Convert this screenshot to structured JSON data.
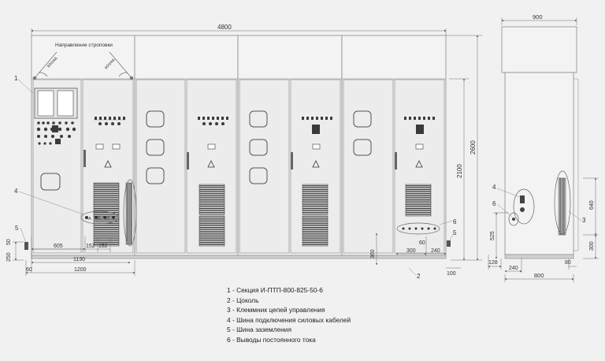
{
  "front": {
    "total_width": "4800",
    "label_lifting": "Направление строповки",
    "label_angle": "60град.",
    "height_2100": "2100",
    "height_2600": "2600",
    "dims": {
      "d605": "605",
      "d152a": "152",
      "d152b": "152",
      "d1130": "1130",
      "d1200": "1200",
      "d60": "60",
      "d250": "250",
      "d50": "50",
      "d360": "360",
      "d300": "300",
      "d240": "240",
      "d60b": "60",
      "d100": "100"
    },
    "bus_letters": [
      "A",
      "B",
      "C"
    ],
    "callouts": {
      "c1": "1",
      "c2": "2",
      "c4": "4",
      "c5a": "5",
      "c5b": "5",
      "c6": "6"
    }
  },
  "side": {
    "top_width": "900",
    "d640": "640",
    "d525": "525",
    "d300": "300",
    "d128": "128",
    "d80": "80",
    "d240": "240",
    "d800": "800",
    "callouts": {
      "c3": "3",
      "c4": "4",
      "c6": "6"
    }
  },
  "legend": [
    "1 - Секция И-ПТП-800-825-50-6",
    "2 - Цоколь",
    "3 - Клеммник цепей управления",
    "4 - Шина подключения силовых кабелей",
    "5 - Шина заземления",
    "6 - Выводы постоянного тока"
  ]
}
